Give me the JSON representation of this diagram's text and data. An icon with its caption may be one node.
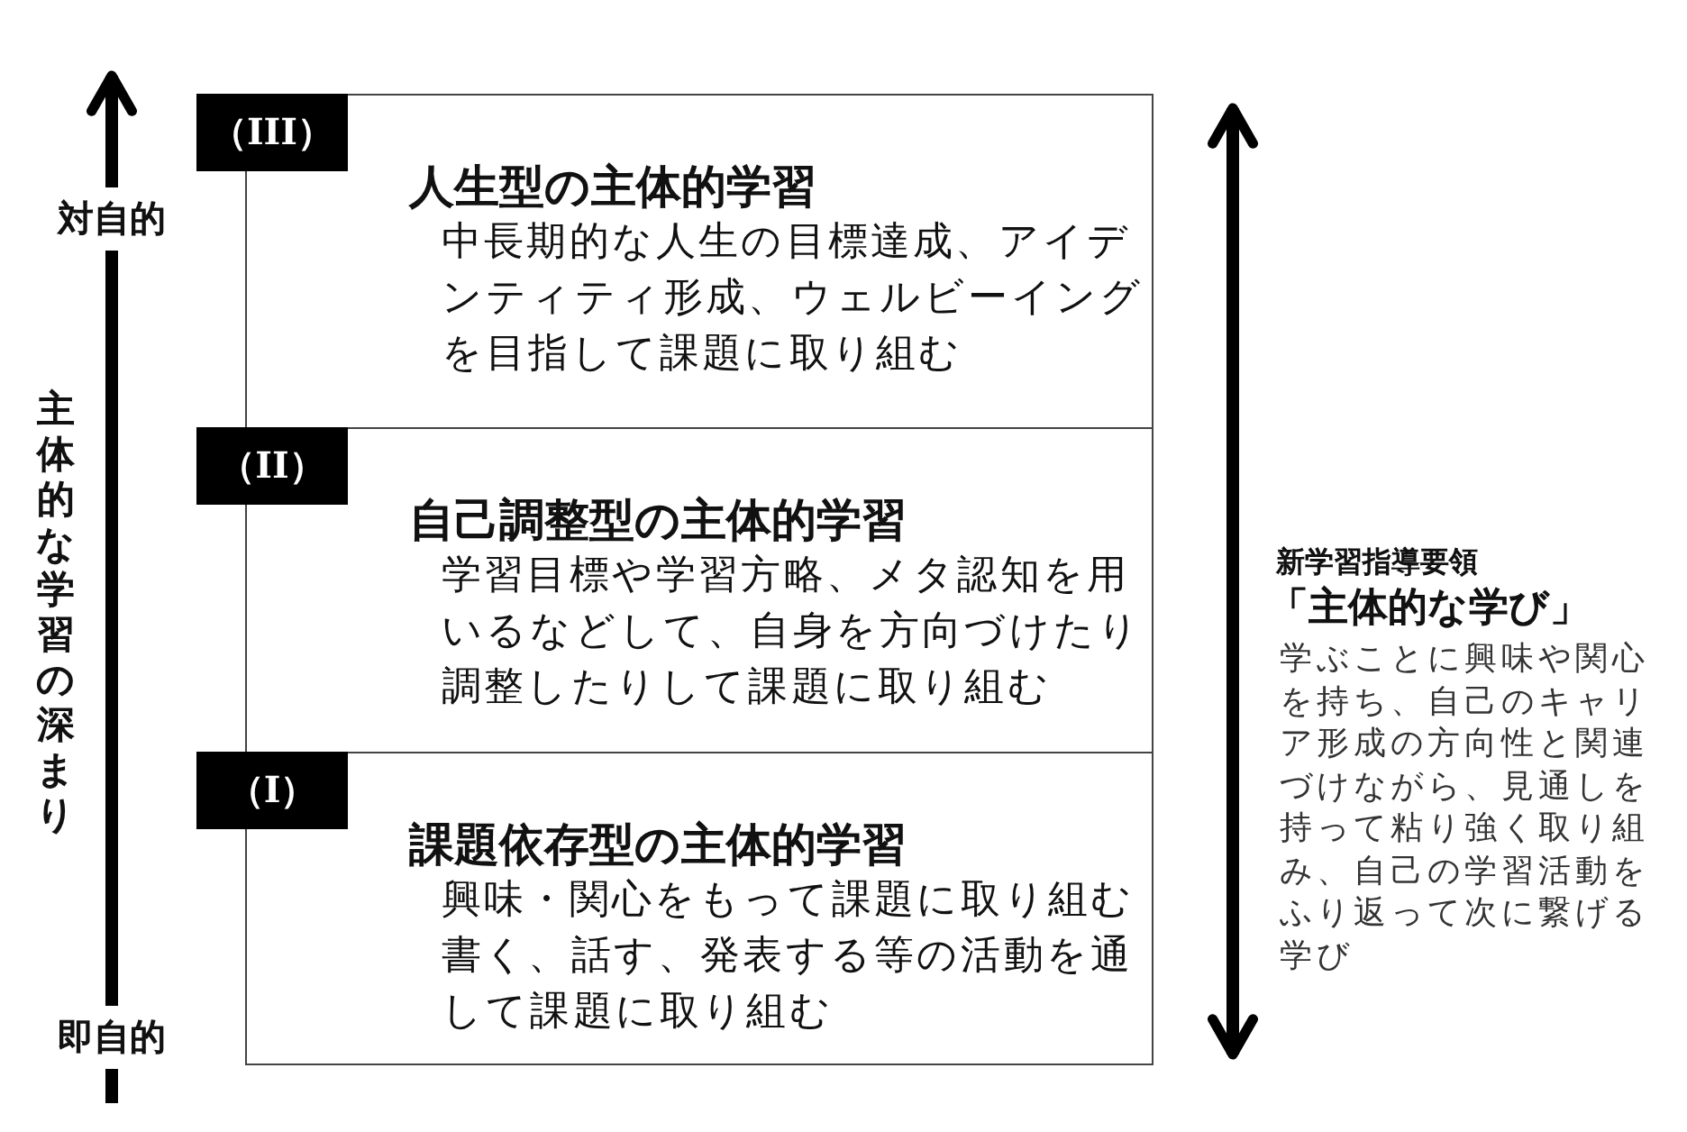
{
  "diagram": {
    "nodes": [
      {
        "text": [
          "（III）",
          "人生型の主体的学習",
          "中長期的な人生の目標達成、アイデンティティ形成、ウェルビーイングを目指して課題に取り組む"
        ]
      },
      {
        "text": [
          "（II）",
          "自己調整型の主体的学習",
          "学習目標や学習方略、メタ認知を用いるなどして、自身を方向づけたり調整したりして課題に取り組む"
        ]
      },
      {
        "text": [
          "（I）",
          "課題依存型の主体的学習",
          "興味・関心をもって課題に取り組む書く、話す、発表する等の活動を通して課題に取り組む"
        ]
      }
    ],
    "labels": [
      "対自的",
      "主体的な学習の深まり",
      "新学習指導要領",
      "「主体的な学び」",
      "学ぶことに興味や関心を持ち、自己のキャリア形成の方向性と関連づけながら、見通しを持って粘り強く取り組み、自己の学習活動をふり返って次に繋げる学び",
      "即自的"
    ]
  }
}
